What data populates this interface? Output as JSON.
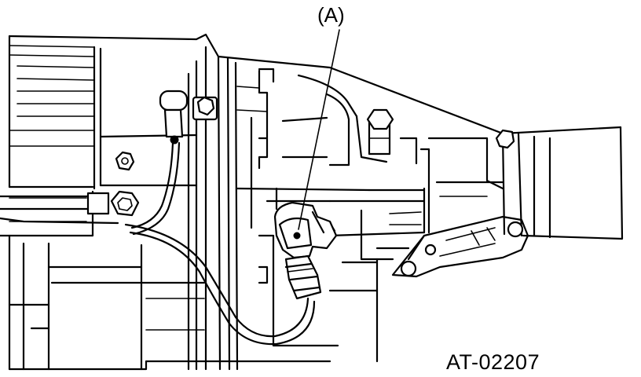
{
  "figure": {
    "callout_label": "(A)",
    "reference_code": "AT-02207"
  },
  "icons": [
    "transmission-housing-drawing",
    "sensor-icon",
    "bolt-icon",
    "harness-connector-icon"
  ]
}
